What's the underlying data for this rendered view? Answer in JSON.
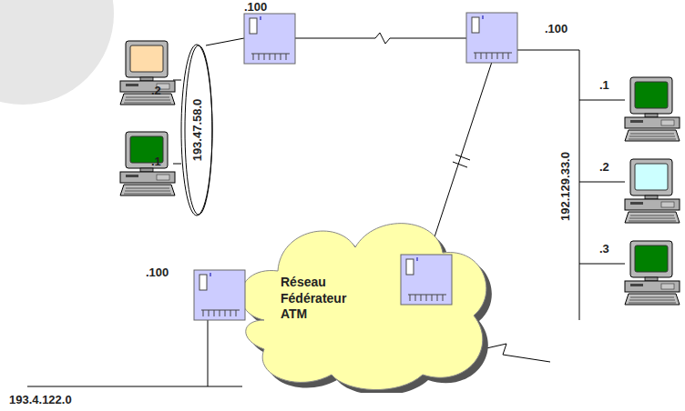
{
  "diagram": {
    "nodes": [
      {
        "text": [
          "193.47.58.0"
        ]
      },
      {
        "text": [
          "Réseau Fédérateur ATM"
        ]
      }
    ],
    "labels": [
      ".100",
      ".2",
      ".1",
      ".100",
      ".1",
      ".2",
      ".3",
      "192.129.33.0",
      ".100",
      "193.4.122.0"
    ]
  }
}
